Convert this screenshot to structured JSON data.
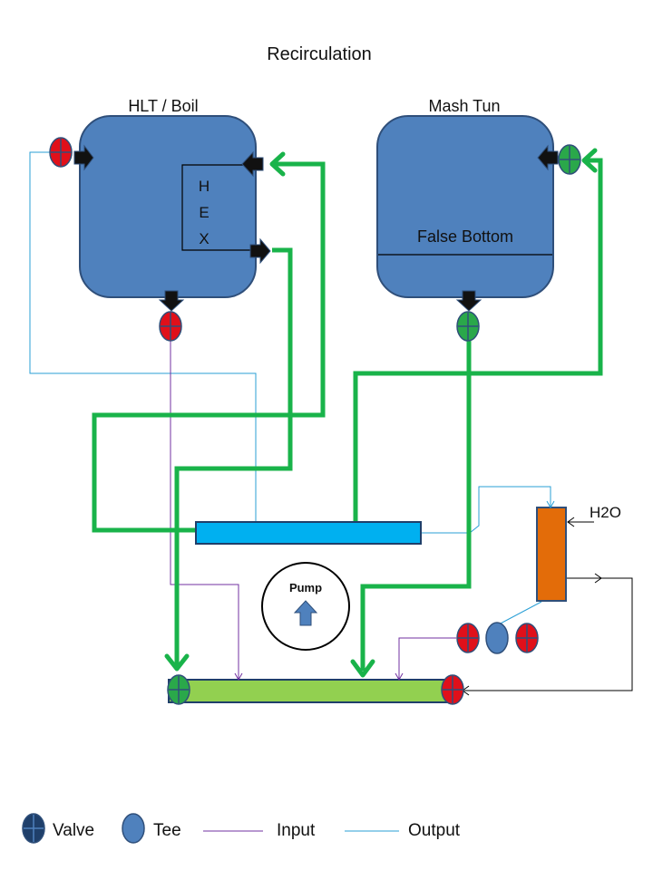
{
  "title": "Recirculation",
  "vessels": {
    "hlt": {
      "label": "HLT / Boil",
      "hex_letters": [
        "H",
        "E",
        "X"
      ]
    },
    "mash": {
      "label": "Mash Tun",
      "false_bottom": "False Bottom"
    }
  },
  "pump": {
    "label": "Pump"
  },
  "chiller": {
    "water_label": "H2O"
  },
  "legend": {
    "valve": "Valve",
    "tee": "Tee",
    "input": "Input",
    "output": "Output"
  },
  "colors": {
    "vessel": "#4f81bd",
    "vessel_stroke": "#2f4f7a",
    "wort_line": "#19b34a",
    "input_line": "#7030a0",
    "output_line": "#2a9fd6",
    "valve_closed": "#e0101a",
    "valve_open": "#2aa84a",
    "manifold": "#00b0f0",
    "pump_manifold": "#92d050",
    "chiller": "#e36c09",
    "pump_arrow": "#4f81bd"
  }
}
